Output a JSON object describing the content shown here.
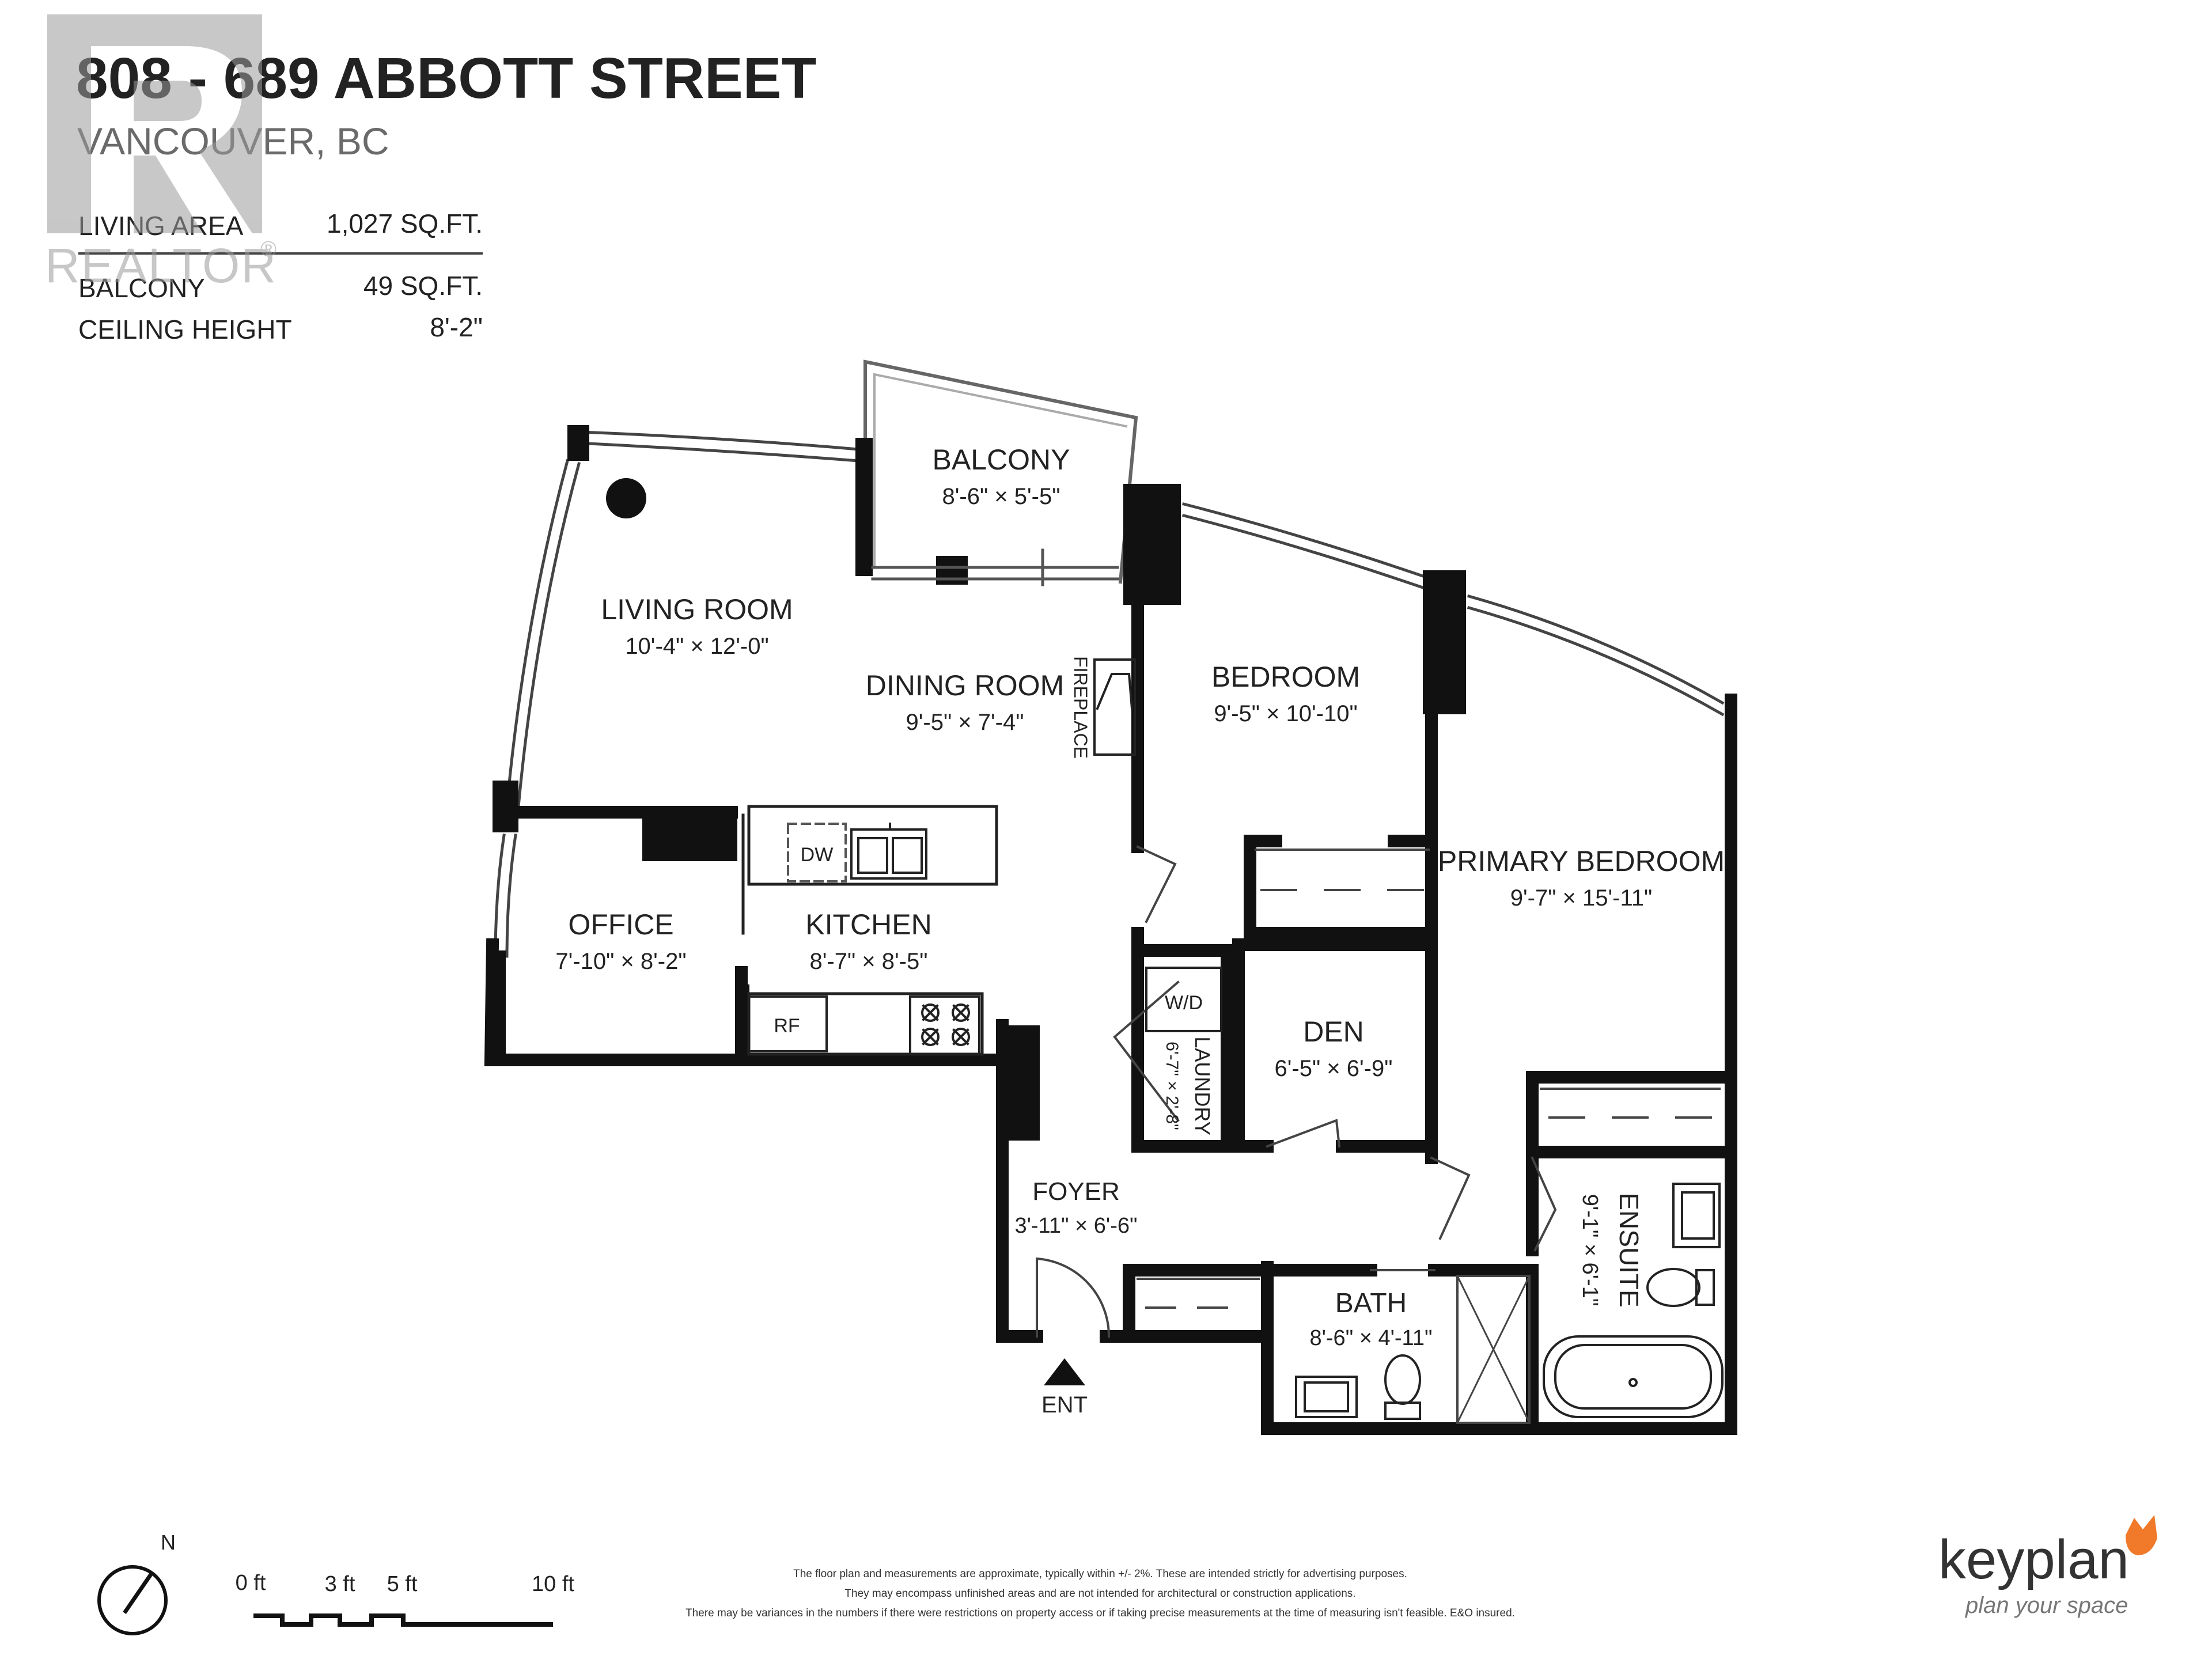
{
  "header": {
    "address": "808 - 689 ABBOTT STREET",
    "city": "VANCOUVER, BC",
    "stats": [
      {
        "label": "LIVING AREA",
        "value": "1,027 SQ.FT."
      },
      {
        "label": "BALCONY",
        "value": "49 SQ.FT."
      },
      {
        "label": "CEILING HEIGHT",
        "value": "8'-2\""
      }
    ]
  },
  "watermark": {
    "text": "REALTOR",
    "mark": "®"
  },
  "rooms": {
    "balcony": {
      "name": "BALCONY",
      "dims": "8'-6\"  ×  5'-5\""
    },
    "living": {
      "name": "LIVING ROOM",
      "dims": "10'-4\"  ×  12'-0\""
    },
    "dining": {
      "name": "DINING ROOM",
      "dims": "9'-5\"  ×  7'-4\""
    },
    "bedroom": {
      "name": "BEDROOM",
      "dims": "9'-5\"  ×  10'-10\""
    },
    "primary": {
      "name": "PRIMARY BEDROOM",
      "dims": "9'-7\"  ×  15'-11\""
    },
    "office": {
      "name": "OFFICE",
      "dims": "7'-10\"  ×  8'-2\""
    },
    "kitchen": {
      "name": "KITCHEN",
      "dims": "8'-7\"  ×  8'-5\""
    },
    "den": {
      "name": "DEN",
      "dims": "6'-5\"  ×  6'-9\""
    },
    "laundry": {
      "name": "LAUNDRY",
      "dims": "6'-7\" × 2'-8\""
    },
    "foyer": {
      "name": "FOYER",
      "dims": "3'-11\" × 6'-6\""
    },
    "bath": {
      "name": "BATH",
      "dims": "8'-6\" × 4'-11\""
    },
    "ensuite": {
      "name": "ENSUITE",
      "dims": "9'-1\"  ×  6'-1\""
    }
  },
  "fixtures": {
    "fireplace": "FIREPLACE",
    "dishwasher": "DW",
    "fridge": "RF",
    "washer_dryer": "W/D",
    "entrance": "ENT"
  },
  "compass": {
    "north": "N"
  },
  "scale": {
    "ticks": [
      "0 ft",
      "3 ft",
      "5 ft",
      "10 ft"
    ]
  },
  "disclaimer": [
    "The floor plan and measurements are approximate, typically within +/- 2%. These are intended strictly for advertising purposes.",
    "They may encompass unfinished areas and are not intended for architectural or construction applications.",
    "There may be variances in the numbers if there were restrictions on property access or if taking precise measurements at the time of measuring isn't feasible. E&O insured."
  ],
  "brand": {
    "name": "keyplan",
    "tagline": "plan your space",
    "accent": "#f07a2a"
  },
  "colors": {
    "wall": "#111111",
    "watermark": "#b5b5b5"
  }
}
